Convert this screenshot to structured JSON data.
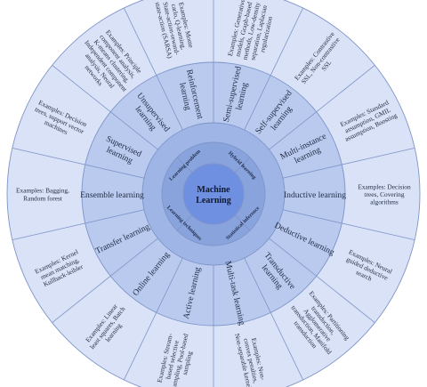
{
  "colors": {
    "outer": "#d9e2f6",
    "middle": "#b9caee",
    "inner": "#9fb5e6",
    "hub_outer": "#89a3dd",
    "hub_center": "#6f8fe0",
    "line": "#7f95c9"
  },
  "center": {
    "line1": "Machine",
    "line2": "Learning"
  },
  "inner_ring": [
    {
      "name": "learning-problem",
      "label": "Learning problem"
    },
    {
      "name": "hybrid-learning",
      "label": "Hybrid learning"
    },
    {
      "name": "statistical-inference",
      "label": "Statistical inference"
    },
    {
      "name": "learning-techniques",
      "label": "Learning techniques"
    }
  ],
  "middle_ring": [
    {
      "name": "semi-supervised",
      "lines": [
        "Semi-supervised",
        "learning"
      ]
    },
    {
      "name": "self-supervised",
      "lines": [
        "Self-supervised",
        "learning"
      ]
    },
    {
      "name": "multi-instance",
      "lines": [
        "Multi-instance",
        "learning"
      ]
    },
    {
      "name": "inductive",
      "lines": [
        "Inductive learning"
      ]
    },
    {
      "name": "deductive",
      "lines": [
        "Deductive learning"
      ]
    },
    {
      "name": "transductive",
      "lines": [
        "Transductive",
        "learning"
      ]
    },
    {
      "name": "multi-task",
      "lines": [
        "Multi-task learning"
      ]
    },
    {
      "name": "active",
      "lines": [
        "Active learning"
      ]
    },
    {
      "name": "online",
      "lines": [
        "Online learning"
      ]
    },
    {
      "name": "transfer",
      "lines": [
        "Transfer learning"
      ]
    },
    {
      "name": "ensemble",
      "lines": [
        "Ensemble learning"
      ]
    },
    {
      "name": "supervised",
      "lines": [
        "Supervised",
        "learning"
      ]
    },
    {
      "name": "unsupervised",
      "lines": [
        "Unsupervised",
        "learning"
      ]
    },
    {
      "name": "reinforcement",
      "lines": [
        "Reinforcement",
        "learning"
      ]
    }
  ],
  "outer_ring": [
    {
      "name": "semi-supervised",
      "lines": [
        "Examples: Generative",
        "models, Graph-based",
        "methods, Low-density",
        "separation, Laplacian",
        "regularization"
      ]
    },
    {
      "name": "self-supervised",
      "lines": [
        "Examples: Contrastive",
        "SSL, Non-contrastive",
        "SSL"
      ]
    },
    {
      "name": "multi-instance",
      "lines": [
        "Examples: Standard",
        "assumption, GMIL",
        "assumption, Boosting"
      ]
    },
    {
      "name": "inductive",
      "lines": [
        "Examples: Decision",
        "trees, Covering",
        "algorithms"
      ]
    },
    {
      "name": "deductive",
      "lines": [
        "Examples: Neural",
        "guided deductive",
        "search"
      ]
    },
    {
      "name": "transductive",
      "lines": [
        "Examples: Partitioning",
        "transduction,",
        "Agglomerative",
        "transduction, Manifold",
        "transduction"
      ]
    },
    {
      "name": "multi-task",
      "lines": [
        "Examples: Non-",
        "convex penalties,",
        "Non-separable kernels"
      ]
    },
    {
      "name": "active",
      "lines": [
        "Examples: Stream-",
        "based selective",
        "sampling, Pool-based",
        "sampling"
      ]
    },
    {
      "name": "online",
      "lines": [
        "Examples: Linear",
        "least squares, Batch",
        "learning"
      ]
    },
    {
      "name": "transfer",
      "lines": [
        "Examples: Kernel",
        "mean matching,",
        "Kullback-leibler"
      ]
    },
    {
      "name": "ensemble",
      "lines": [
        "Examples: Bagging,",
        "Random forest"
      ]
    },
    {
      "name": "supervised",
      "lines": [
        "Examples: Decision",
        "trees, support vector",
        "machines"
      ]
    },
    {
      "name": "unsupervised",
      "lines": [
        "Examples: Principle",
        "component analysis,",
        "K-means clustering,",
        "Independent component",
        "analysis, Neural",
        "networks"
      ]
    },
    {
      "name": "reinforcement",
      "lines": [
        "Examples: Monte",
        "carlo, Q-learning,",
        "State-action-reward-",
        "state-action (SARSA)"
      ]
    }
  ]
}
